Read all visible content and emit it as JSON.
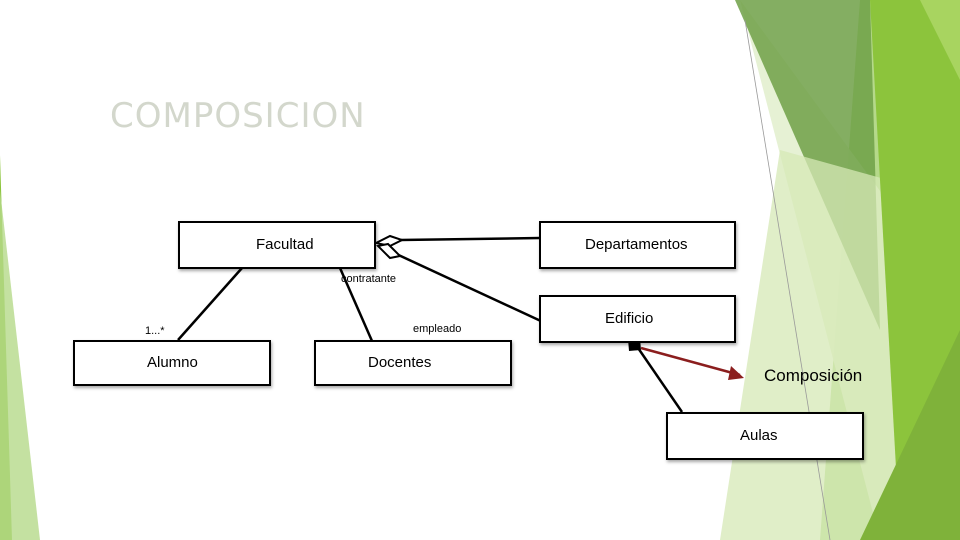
{
  "slide": {
    "title": "COMPOSICION",
    "colors": {
      "green_dark": "#6fa046",
      "green_mid": "#8cc43c",
      "green_light": "#b5d98a",
      "green_pale": "#e3efcf",
      "arrow": "#8b1e1e"
    }
  },
  "diagram": {
    "classes": {
      "facultad": "Facultad",
      "departamentos": "Departamentos",
      "edificio": "Edificio",
      "alumno": "Alumno",
      "docentes": "Docentes",
      "aulas": "Aulas"
    },
    "labels": {
      "contratante": "contratante",
      "empleado": "empleado",
      "multiplicity_alumno": "1...*"
    },
    "annotation": "Composición"
  }
}
